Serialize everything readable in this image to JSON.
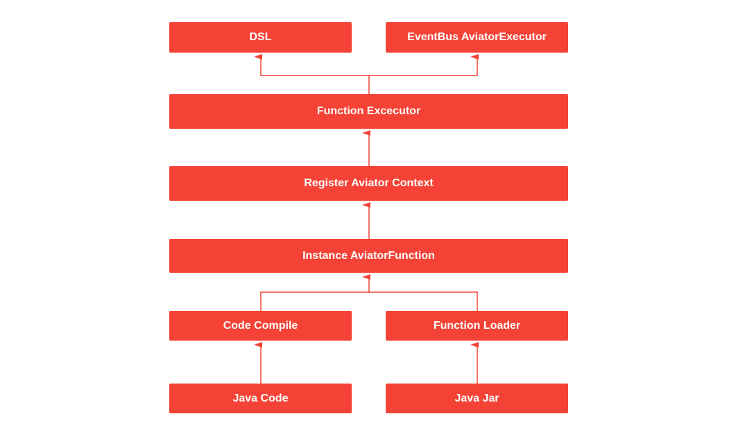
{
  "diagram": {
    "nodes": {
      "dsl": "DSL",
      "eventbus": "EventBus AviatorExecutor",
      "function_executor": "Function Excecutor",
      "register_context": "Register Aviator Context",
      "instance_function": "Instance AviatorFunction",
      "code_compile": "Code Compile",
      "function_loader": "Function Loader",
      "java_code": "Java Code",
      "java_jar": "Java Jar"
    },
    "edges": [
      {
        "from": "function_executor",
        "to": "dsl"
      },
      {
        "from": "function_executor",
        "to": "eventbus"
      },
      {
        "from": "register_context",
        "to": "function_executor"
      },
      {
        "from": "instance_function",
        "to": "register_context"
      },
      {
        "from": "code_compile",
        "to": "instance_function"
      },
      {
        "from": "function_loader",
        "to": "instance_function"
      },
      {
        "from": "java_code",
        "to": "code_compile"
      },
      {
        "from": "java_jar",
        "to": "function_loader"
      }
    ],
    "colors": {
      "node_fill": "#f44336",
      "node_text": "#ffffff",
      "edge": "#f44336"
    }
  }
}
